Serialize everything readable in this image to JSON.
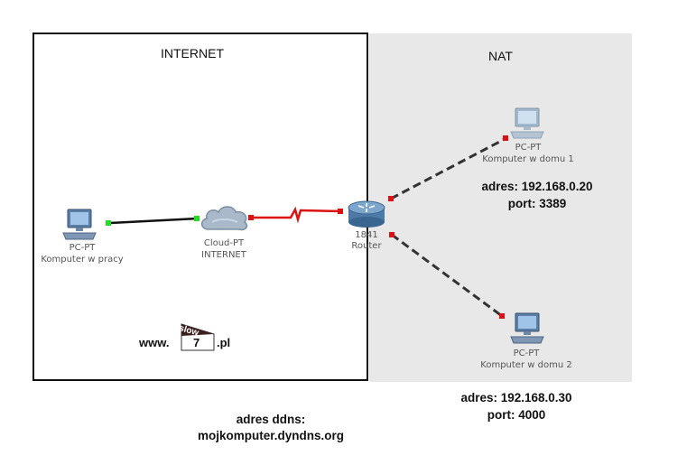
{
  "zones": {
    "internet_title": "INTERNET",
    "nat_title": "NAT"
  },
  "devices": {
    "work_pc": {
      "type": "PC-PT",
      "name": "Komputer w pracy",
      "icon": "pc-icon"
    },
    "cloud": {
      "type": "Cloud-PT",
      "name": "INTERNET",
      "icon": "cloud-icon"
    },
    "router": {
      "type": "1841",
      "name": "Router",
      "icon": "router-icon"
    },
    "home_pc_1": {
      "type": "PC-PT",
      "name": "Komputer w domu 1",
      "icon": "pc-icon"
    },
    "home_pc_2": {
      "type": "PC-PT",
      "name": "Komputer w domu 2",
      "icon": "pc-icon"
    }
  },
  "connections": [
    {
      "from": "work_pc",
      "to": "cloud",
      "style": "solid",
      "color": "#111111",
      "status": "green"
    },
    {
      "from": "cloud",
      "to": "router",
      "style": "serial",
      "color": "#dd1111",
      "status": "red"
    },
    {
      "from": "router",
      "to": "home_pc_1",
      "style": "dashed",
      "color": "#333333",
      "status": "red"
    },
    {
      "from": "router",
      "to": "home_pc_2",
      "style": "dashed",
      "color": "#333333",
      "status": "red"
    }
  ],
  "info": {
    "pc1_address": "adres: 192.168.0.20",
    "pc1_port": "port: 3389",
    "pc2_address": "adres: 192.168.0.30",
    "pc2_port": "port: 4000",
    "ddns_label": "adres ddns:",
    "ddns_host": "mojkomputer.dyndns.org"
  },
  "logo": {
    "prefix": "www.",
    "badge_top": "slow",
    "badge_number": "7",
    "suffix": ".pl"
  },
  "colors": {
    "nat_background": "#e8e8e8",
    "link_up": "#22dd22",
    "link_down": "#dd1111",
    "serial_cable": "#dd1111"
  }
}
